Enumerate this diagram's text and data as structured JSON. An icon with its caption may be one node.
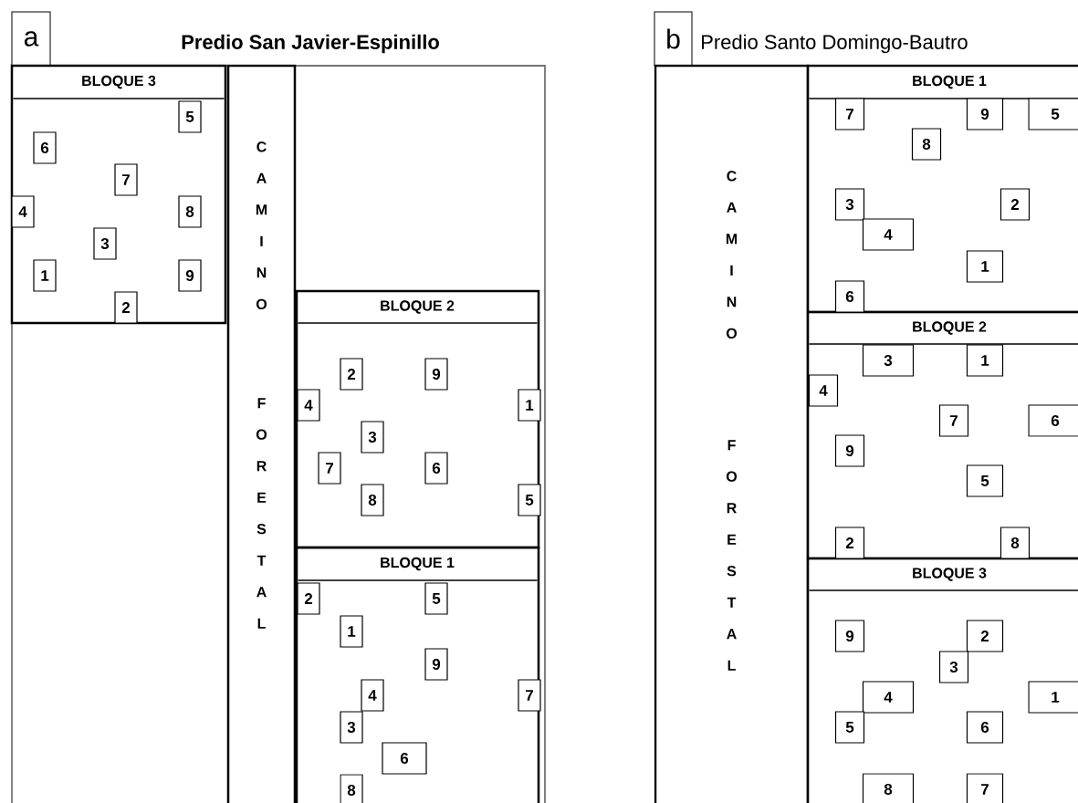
{
  "diagram": {
    "nodes": [
      {
        "text": [
          "a"
        ]
      },
      {
        "text": [
          "Predio San Javier-Espinillo"
        ]
      },
      {
        "text": [
          "BLOQUE 3"
        ],
        "in": 1
      },
      {
        "text": [
          "5"
        ],
        "in": 2
      },
      {
        "text": [
          "6"
        ],
        "in": 2
      },
      {
        "text": [
          "7"
        ],
        "in": 2
      },
      {
        "text": [
          "4"
        ],
        "in": 2
      },
      {
        "text": [
          "8"
        ],
        "in": 2
      },
      {
        "text": [
          "3"
        ],
        "in": 2
      },
      {
        "text": [
          "1"
        ],
        "in": 2
      },
      {
        "text": [
          "9"
        ],
        "in": 2
      },
      {
        "text": [
          "2"
        ],
        "in": 2
      },
      {
        "text": [
          "C A M I N O",
          "F O R E S T A L"
        ],
        "in": 1
      },
      {
        "text": [
          "BLOQUE 2"
        ],
        "in": 1
      },
      {
        "text": [
          "2"
        ],
        "in": 13
      },
      {
        "text": [
          "9"
        ],
        "in": 13
      },
      {
        "text": [
          "4"
        ],
        "in": 13
      },
      {
        "text": [
          "1"
        ],
        "in": 13
      },
      {
        "text": [
          "3"
        ],
        "in": 13
      },
      {
        "text": [
          "7"
        ],
        "in": 13
      },
      {
        "text": [
          "6"
        ],
        "in": 13
      },
      {
        "text": [
          "8"
        ],
        "in": 13
      },
      {
        "text": [
          "5"
        ],
        "in": 13
      },
      {
        "text": [
          "BLOQUE 1"
        ],
        "in": 1
      },
      {
        "text": [
          "2"
        ],
        "in": 23
      },
      {
        "text": [
          "5"
        ],
        "in": 23
      },
      {
        "text": [
          "1"
        ],
        "in": 23
      },
      {
        "text": [
          "9"
        ],
        "in": 23
      },
      {
        "text": [
          "4"
        ],
        "in": 23
      },
      {
        "text": [
          "7"
        ],
        "in": 23
      },
      {
        "text": [
          "3"
        ],
        "in": 23
      },
      {
        "text": [
          "6"
        ],
        "in": 23
      },
      {
        "text": [
          "8"
        ],
        "in": 23
      },
      {
        "text": [
          "b"
        ]
      },
      {
        "text": [
          "Predio Santo Domingo-Bautro"
        ]
      },
      {
        "text": [
          "C A M I N O",
          "F O R E S T A L"
        ]
      },
      {
        "text": [
          "BLOQUE 1"
        ]
      },
      {
        "text": [
          "7"
        ],
        "in": 36
      },
      {
        "text": [
          "9"
        ],
        "in": 36
      },
      {
        "text": [
          "5"
        ],
        "in": 36
      },
      {
        "text": [
          "8"
        ],
        "in": 36
      },
      {
        "text": [
          "3"
        ],
        "in": 36
      },
      {
        "text": [
          "2"
        ],
        "in": 36
      },
      {
        "text": [
          "4"
        ],
        "in": 36
      },
      {
        "text": [
          "1"
        ],
        "in": 36
      },
      {
        "text": [
          "6"
        ],
        "in": 36
      },
      {
        "text": [
          "BLOQUE 2"
        ]
      },
      {
        "text": [
          "3"
        ],
        "in": 46
      },
      {
        "text": [
          "1"
        ],
        "in": 46
      },
      {
        "text": [
          "4"
        ],
        "in": 46
      },
      {
        "text": [
          "7"
        ],
        "in": 46
      },
      {
        "text": [
          "6"
        ],
        "in": 46
      },
      {
        "text": [
          "9"
        ],
        "in": 46
      },
      {
        "text": [
          "5"
        ],
        "in": 46
      },
      {
        "text": [
          "2"
        ],
        "in": 46
      },
      {
        "text": [
          "8"
        ],
        "in": 46
      },
      {
        "text": [
          "BLOQUE 3"
        ]
      },
      {
        "text": [
          "9"
        ],
        "in": 56
      },
      {
        "text": [
          "2"
        ],
        "in": 56
      },
      {
        "text": [
          "3"
        ],
        "in": 56
      },
      {
        "text": [
          "4"
        ],
        "in": 56
      },
      {
        "text": [
          "1"
        ],
        "in": 56
      },
      {
        "text": [
          "5"
        ],
        "in": 56
      },
      {
        "text": [
          "6"
        ],
        "in": 56
      },
      {
        "text": [
          "8"
        ],
        "in": 56
      },
      {
        "text": [
          "7"
        ],
        "in": 56
      }
    ]
  }
}
